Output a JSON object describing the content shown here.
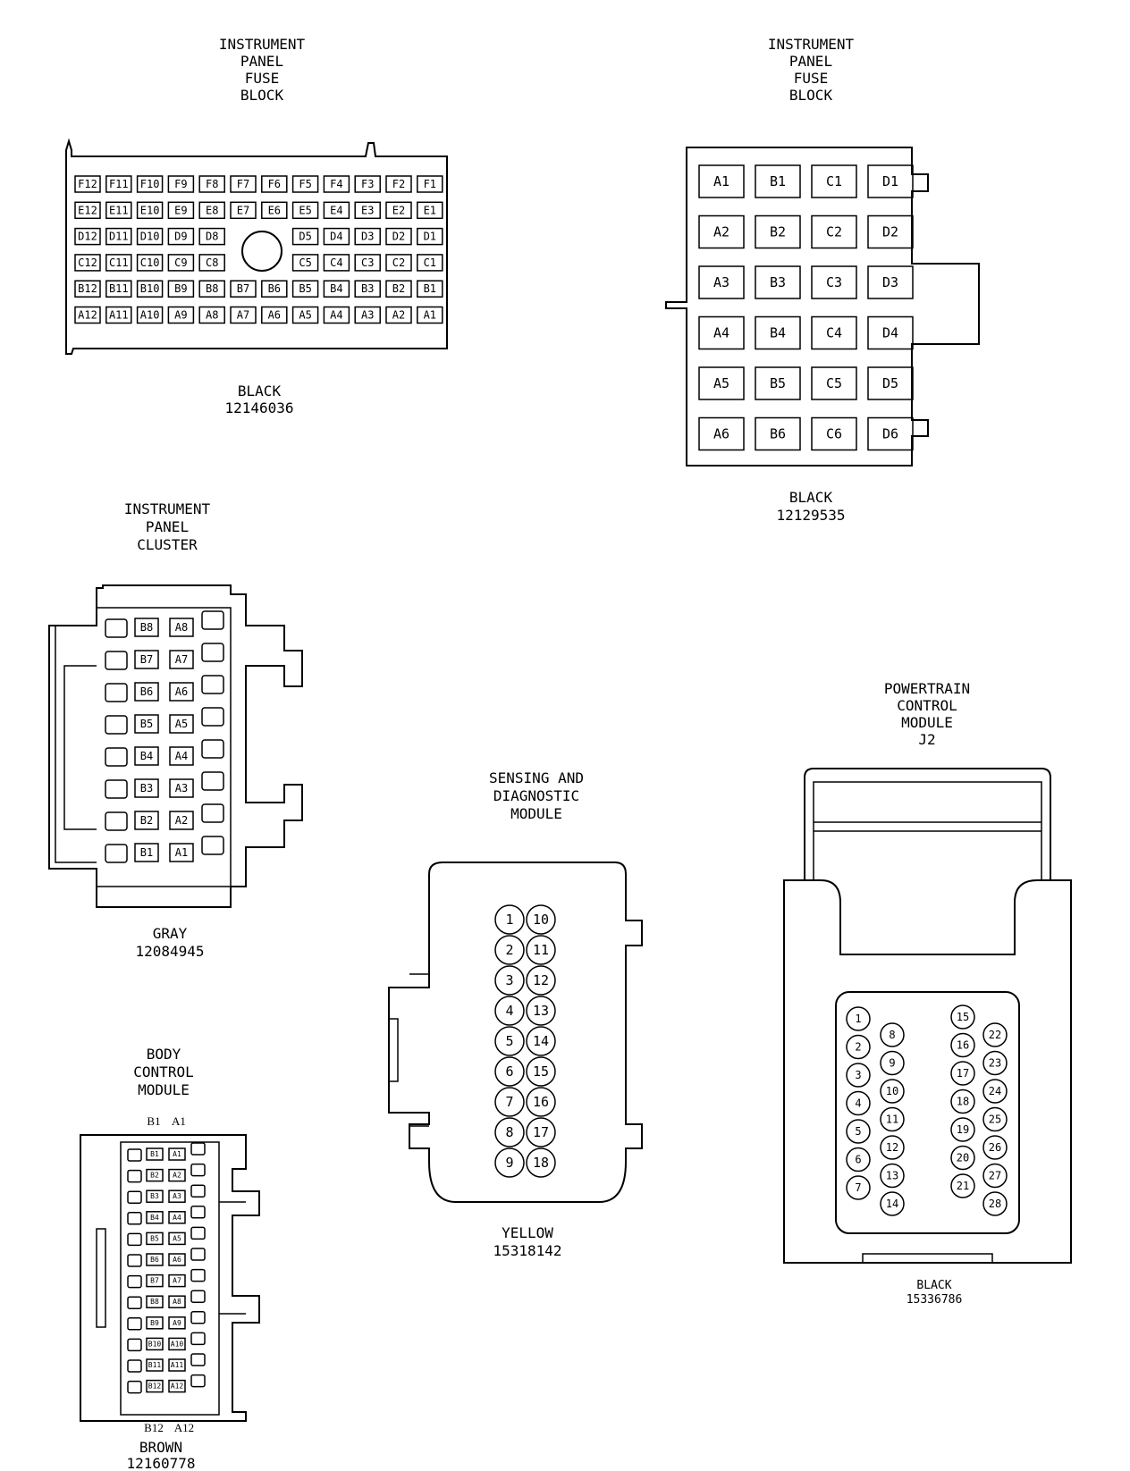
{
  "connectors": [
    {
      "id": "ipfb1",
      "title": [
        "INSTRUMENT",
        "PANEL",
        "FUSE",
        "BLOCK"
      ],
      "color": "BLACK",
      "part": "12146036",
      "rows": [
        [
          "F12",
          "F11",
          "F10",
          "F9",
          "F8",
          "F7",
          "F6",
          "F5",
          "F4",
          "F3",
          "F2",
          "F1"
        ],
        [
          "E12",
          "E11",
          "E10",
          "E9",
          "E8",
          "E7",
          "E6",
          "E5",
          "E4",
          "E3",
          "E2",
          "E1"
        ],
        [
          "D12",
          "D11",
          "D10",
          "D9",
          "D8",
          "",
          "",
          "D5",
          "D4",
          "D3",
          "D2",
          "D1"
        ],
        [
          "C12",
          "C11",
          "C10",
          "C9",
          "C8",
          "",
          "",
          "C5",
          "C4",
          "C3",
          "C2",
          "C1"
        ],
        [
          "B12",
          "B11",
          "B10",
          "B9",
          "B8",
          "B7",
          "B6",
          "B5",
          "B4",
          "B3",
          "B2",
          "B1"
        ],
        [
          "A12",
          "A11",
          "A10",
          "A9",
          "A8",
          "A7",
          "A6",
          "A5",
          "A4",
          "A3",
          "A2",
          "A1"
        ]
      ]
    },
    {
      "id": "ipfb2",
      "title": [
        "INSTRUMENT",
        "PANEL",
        "FUSE",
        "BLOCK"
      ],
      "color": "BLACK",
      "part": "12129535",
      "rows": [
        [
          "A1",
          "B1",
          "C1",
          "D1"
        ],
        [
          "A2",
          "B2",
          "C2",
          "D2"
        ],
        [
          "A3",
          "B3",
          "C3",
          "D3"
        ],
        [
          "A4",
          "B4",
          "C4",
          "D4"
        ],
        [
          "A5",
          "B5",
          "C5",
          "D5"
        ],
        [
          "A6",
          "B6",
          "C6",
          "D6"
        ]
      ]
    },
    {
      "id": "ipc",
      "title": [
        "INSTRUMENT",
        "PANEL",
        "CLUSTER"
      ],
      "color": "GRAY",
      "part": "12084945",
      "col_b": [
        "B8",
        "B7",
        "B6",
        "B5",
        "B4",
        "B3",
        "B2",
        "B1"
      ],
      "col_a": [
        "A8",
        "A7",
        "A6",
        "A5",
        "A4",
        "A3",
        "A2",
        "A1"
      ]
    },
    {
      "id": "sdm",
      "title": [
        "SENSING AND",
        "DIAGNOSTIC",
        "MODULE"
      ],
      "color": "YELLOW",
      "part": "15318142",
      "col_1": [
        "1",
        "2",
        "3",
        "4",
        "5",
        "6",
        "7",
        "8",
        "9"
      ],
      "col_2": [
        "10",
        "11",
        "12",
        "13",
        "14",
        "15",
        "16",
        "17",
        "18"
      ]
    },
    {
      "id": "pcm",
      "title": [
        "POWERTRAIN",
        "CONTROL",
        "MODULE",
        "J2"
      ],
      "color": "BLACK",
      "part": "15336786",
      "col_1": [
        "1",
        "2",
        "3",
        "4",
        "5",
        "6",
        "7"
      ],
      "col_2": [
        "8",
        "9",
        "10",
        "11",
        "12",
        "13",
        "14"
      ],
      "col_3": [
        "15",
        "16",
        "17",
        "18",
        "19",
        "20",
        "21"
      ],
      "col_4": [
        "22",
        "23",
        "24",
        "25",
        "26",
        "27",
        "28"
      ]
    },
    {
      "id": "bcm",
      "title": [
        "BODY",
        "CONTROL",
        "MODULE"
      ],
      "color": "BROWN",
      "part": "12160778",
      "top_labels": [
        "B1",
        "A1"
      ],
      "bottom_labels": [
        "B12",
        "A12"
      ],
      "col_b": [
        "B1",
        "B2",
        "B3",
        "B4",
        "B5",
        "B6",
        "B7",
        "B8",
        "B9",
        "B10",
        "B11",
        "B12"
      ],
      "col_a": [
        "A1",
        "A2",
        "A3",
        "A4",
        "A5",
        "A6",
        "A7",
        "A8",
        "A9",
        "A10",
        "A11",
        "A12"
      ]
    }
  ]
}
